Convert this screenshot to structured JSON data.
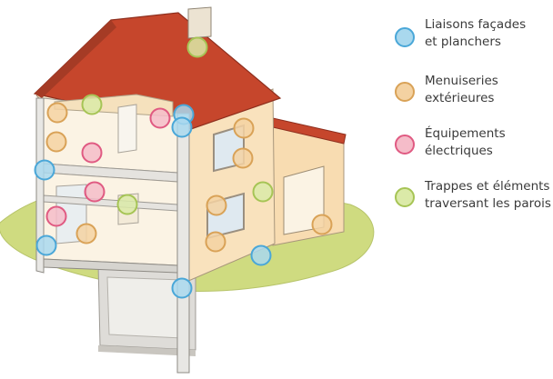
{
  "legend": [
    {
      "key": "facades",
      "line1": "Liaisons façades",
      "line2": "et planchers",
      "fill": "#a9d8ee",
      "stroke": "#4aa7d8"
    },
    {
      "key": "menuiseries",
      "line1": "Menuiseries",
      "line2": "extérieures",
      "fill": "#f4d2a2",
      "stroke": "#d9a257"
    },
    {
      "key": "electrique",
      "line1": "Équipements",
      "line2": "électriques",
      "fill": "#f5bcc9",
      "stroke": "#e05a82"
    },
    {
      "key": "trappes",
      "line1": "Trappes et éléments",
      "line2": "traversant les parois",
      "fill": "#dbeaa8",
      "stroke": "#a6c455"
    }
  ],
  "colors": {
    "roof": "#c6462c",
    "roof_dark": "#8e2f1e",
    "wall_exterior": "#f9e2bd",
    "wall_interior": "#fbf3e4",
    "wall_cut": "#e5e3df",
    "grass": "#cfdb80",
    "concrete": "#e8e7e4"
  }
}
